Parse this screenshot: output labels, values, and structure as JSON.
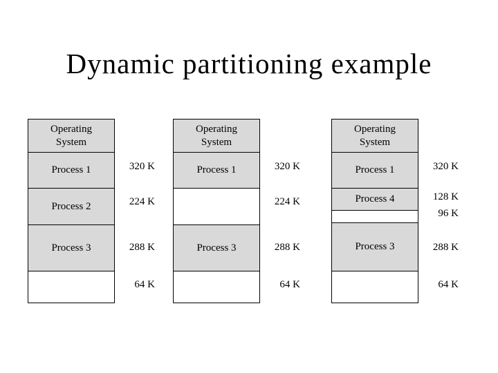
{
  "slide": {
    "title": "Dynamic partitioning example"
  },
  "colors": {
    "background": "#ffffff",
    "allocated_fill": "#d9d9d9",
    "free_fill": "#ffffff",
    "border": "#000000",
    "text": "#000000"
  },
  "diagrams": [
    {
      "id": "memory-state-1",
      "os_label": "Operating\nSystem",
      "segments": [
        {
          "label": "Process 1",
          "size": "320 K",
          "filled": true
        },
        {
          "label": "Process 2",
          "size": "224 K",
          "filled": true
        },
        {
          "label": "Process 3",
          "size": "288 K",
          "filled": true
        },
        {
          "label": "",
          "size": "64 K",
          "filled": false
        }
      ]
    },
    {
      "id": "memory-state-2",
      "os_label": "Operating\nSystem",
      "segments": [
        {
          "label": "Process 1",
          "size": "320 K",
          "filled": true
        },
        {
          "label": "",
          "size": "224 K",
          "filled": false
        },
        {
          "label": "Process 3",
          "size": "288 K",
          "filled": true
        },
        {
          "label": "",
          "size": "64 K",
          "filled": false
        }
      ]
    },
    {
      "id": "memory-state-3",
      "os_label": "Operating\nSystem",
      "segments": [
        {
          "label": "Process 1",
          "size": "320 K",
          "filled": true
        },
        {
          "label": "Process 4",
          "size": "128 K",
          "filled": true
        },
        {
          "label": "",
          "size": "96 K",
          "filled": false
        },
        {
          "label": "Process 3",
          "size": "288 K",
          "filled": true
        },
        {
          "label": "",
          "size": "64 K",
          "filled": false
        }
      ]
    }
  ]
}
